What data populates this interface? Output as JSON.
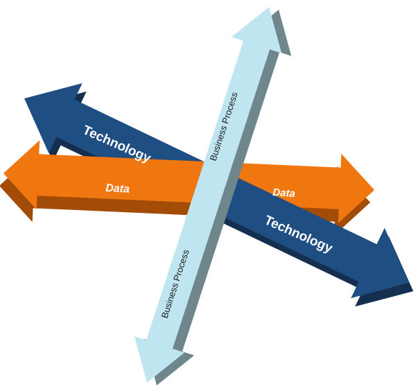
{
  "diagram": {
    "arrows": [
      {
        "id": "technology",
        "label": "Technology",
        "color": "#1f4e82",
        "side_color": "#142f50"
      },
      {
        "id": "data",
        "label": "Data",
        "color": "#f0760f",
        "side_color": "#a34c08"
      },
      {
        "id": "business-process",
        "label": "Business Process",
        "color": "#bfe6f0",
        "side_color": "#6f878c"
      }
    ],
    "labels": {
      "technology_upper": "Technology",
      "technology_lower": "Technology",
      "data_left": "Data",
      "data_right": "Data",
      "business_upper": "Business Process",
      "business_lower": "Business Process"
    }
  }
}
